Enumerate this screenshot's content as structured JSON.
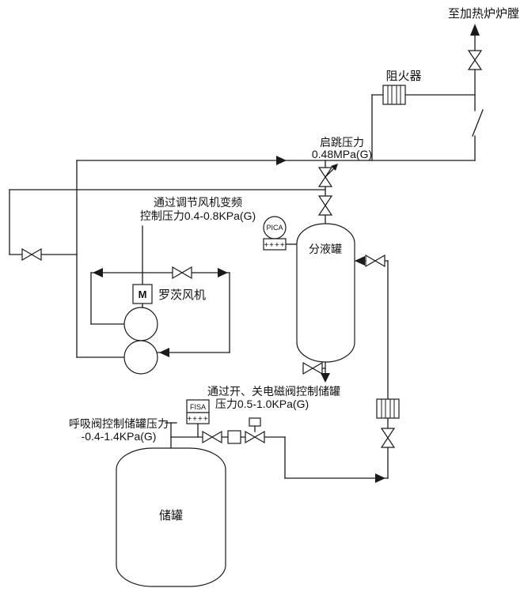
{
  "diagram": {
    "furnace_outlet_label": "至加热炉炉膛",
    "flame_arrester_label": "阻火器",
    "start_pressure": {
      "line1": "启跳压力",
      "line2": "0.48MPa(G)"
    },
    "fan_vfd_note": {
      "line1": "通过调节风机变频",
      "line2": "控制压力0.4-0.8KPa(G)"
    },
    "motor_tag": "M",
    "roots_blower_label": "罗茨风机",
    "separator_label": "分液罐",
    "pica_instrument": {
      "tag": "PICA",
      "marks": "++++"
    },
    "solenoid_note": {
      "line1": "通过开、关电磁阀控制储罐",
      "line2": "压力0.5-1.0KPa(G)"
    },
    "breathing_valve_note": {
      "line1": "呼吸阀控制储罐压力",
      "line2": "-0.4-1.4KPa(G)"
    },
    "fisa_instrument": {
      "tag": "FISA",
      "marks": "++++"
    },
    "tank_label": "储罐",
    "colors": {
      "line": "#1a1a1a",
      "background": "#ffffff",
      "text": "#111111"
    }
  }
}
